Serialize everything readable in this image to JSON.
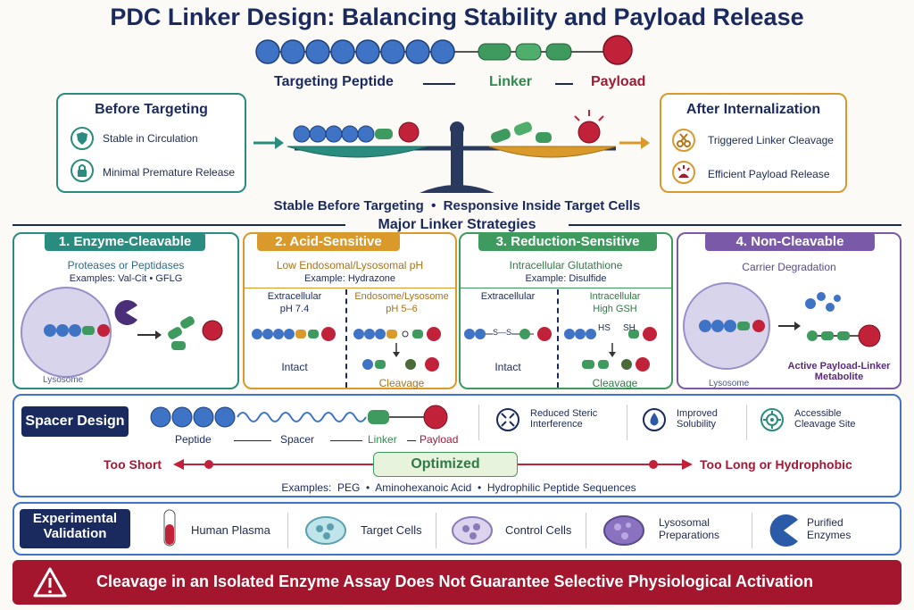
{
  "title": "PDC Linker Design: Balancing Stability and Payload Release",
  "construct": {
    "peptide_label": "Targeting Peptide",
    "linker_label": "Linker",
    "payload_label": "Payload"
  },
  "before": {
    "heading": "Before Targeting",
    "items": [
      "Stable in Circulation",
      "Minimal Premature Release"
    ]
  },
  "after": {
    "heading": "After Internalization",
    "items": [
      "Triggered Linker Cleavage",
      "Efficient Payload Release"
    ]
  },
  "balance_caption": "Stable Before Targeting  •  Responsive Inside Target Cells",
  "strategies_heading": "Major Linker Strategies",
  "strategies": [
    {
      "title": "1. Enzyme-Cleavable",
      "subtitle": "Proteases or Peptidases",
      "example": "Examples: Val-Cit • GFLG",
      "label": "Lysosome"
    },
    {
      "title": "2. Acid-Sensitive",
      "subtitle": "Low Endosomal/Lysosomal pH",
      "example": "Example: Hydrazone",
      "left_head": "Extracellular",
      "left_sub": "pH 7.4",
      "left_state": "Intact",
      "right_head": "Endosome/Lysosome",
      "right_sub": "pH 5–6",
      "right_state": "Cleavage"
    },
    {
      "title": "3. Reduction-Sensitive",
      "subtitle": "Intracellular Glutathione",
      "example": "Example: Disulfide",
      "left_head": "Extracellular",
      "left_state": "Intact",
      "bond_label": "S—S",
      "right_head": "Intracellular",
      "right_sub": "High GSH",
      "right_state": "Cleavage",
      "hs": "HS",
      "sh": "SH"
    },
    {
      "title": "4. Non-Cleavable",
      "subtitle": "Carrier Degradation",
      "label": "Lysosome",
      "metabolite": "Active Payload-Linker Metabolite"
    }
  ],
  "spacer": {
    "heading": "Spacer Design",
    "parts": [
      "Peptide",
      "Spacer",
      "Linker",
      "Payload"
    ],
    "benefits": [
      "Reduced Steric Interference",
      "Improved Solubility",
      "Accessible Cleavage Site"
    ],
    "too_short": "Too Short",
    "optimized": "Optimized",
    "too_long": "Too Long or Hydrophobic",
    "examples": "Examples:  PEG  •  Aminohexanoic Acid  •  Hydrophilic Peptide Sequences"
  },
  "validation": {
    "heading": "Experimental Validation",
    "items": [
      "Human Plasma",
      "Target Cells",
      "Control Cells",
      "Lysosomal Preparations",
      "Purified Enzymes"
    ]
  },
  "warning": "Cleavage in an Isolated Enzyme Assay Does Not Guarantee Selective Physiological Activation",
  "colors": {
    "navy": "#1b2a5e",
    "peptide": "#3f73c6",
    "linker": "#3e9a5e",
    "payload": "#c2213a",
    "teal": "#2a8c7f",
    "amber": "#d99a2b",
    "purple": "#7a5aa8"
  }
}
